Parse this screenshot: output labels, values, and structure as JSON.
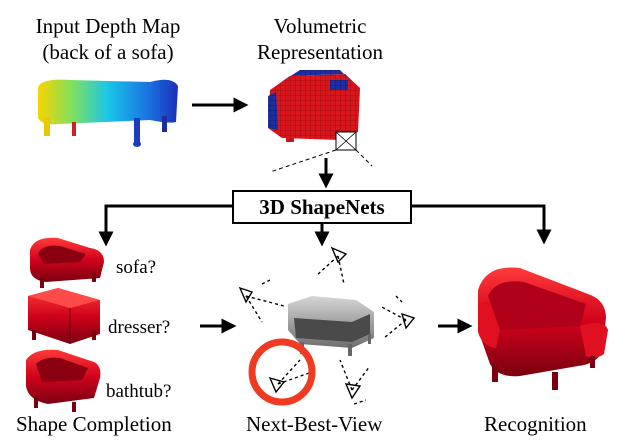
{
  "labels": {
    "input_line1": "Input Depth Map",
    "input_line2": "(back of a sofa)",
    "volumetric_line1": "Volumetric",
    "volumetric_line2": "Representation",
    "network": "3D ShapeNets",
    "candidate_sofa": "sofa?",
    "candidate_dresser": "dresser?",
    "candidate_bathtub": "bathtub?",
    "shape_completion": "Shape Completion",
    "next_best_view": "Next-Best-View",
    "recognition": "Recognition"
  },
  "colors": {
    "furniture_red": "#d0021b",
    "voxel_red": "#d8161c",
    "voxel_blue": "#1c2ea0",
    "highlight_ring": "#f03a22",
    "grey_sofa": "#9a9a9a"
  }
}
